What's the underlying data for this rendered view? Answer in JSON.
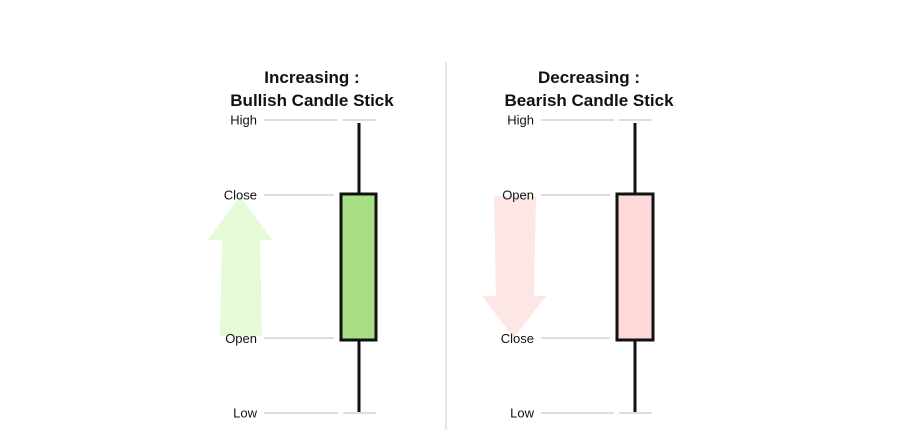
{
  "colors": {
    "bullish_body": "#a8de86",
    "bearish_body": "#ffd9d9",
    "bullish_arrow": "#e6fad8",
    "bearish_arrow": "#fde6e6",
    "outline": "#111111",
    "guide_line": "#bbbbbb",
    "divider": "#cccccc"
  },
  "panels": {
    "bullish": {
      "title_line1": "Increasing :",
      "title_line2": "Bullish Candle Stick",
      "labels": {
        "high": "High",
        "close": "Close",
        "open": "Open",
        "low": "Low"
      },
      "arrow_icon": "arrow-up-icon"
    },
    "bearish": {
      "title_line1": "Decreasing :",
      "title_line2": "Bearish Candle Stick",
      "labels": {
        "high": "High",
        "open": "Open",
        "close": "Close",
        "low": "Low"
      },
      "arrow_icon": "arrow-down-icon"
    }
  }
}
